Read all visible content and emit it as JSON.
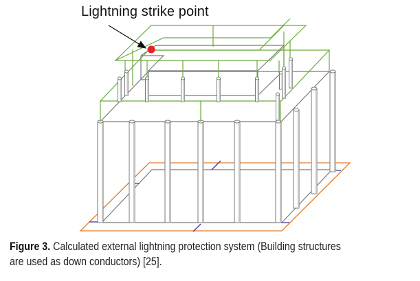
{
  "annotation": {
    "label": "Lightning strike point"
  },
  "caption": {
    "figure_label": "Figure 3.",
    "line1": "Calculated external lightning protection system (Building structures",
    "line2": "are used as down conductors) [25]."
  },
  "colors": {
    "structure": "#7a7a7a",
    "air_termination": "#6aaa3a",
    "earth_ring": "#e07a2a",
    "connector": "#3a3aa0",
    "strike_point": "#e8202a"
  },
  "icons": [
    "strike-point-marker",
    "arrow-pointer"
  ]
}
